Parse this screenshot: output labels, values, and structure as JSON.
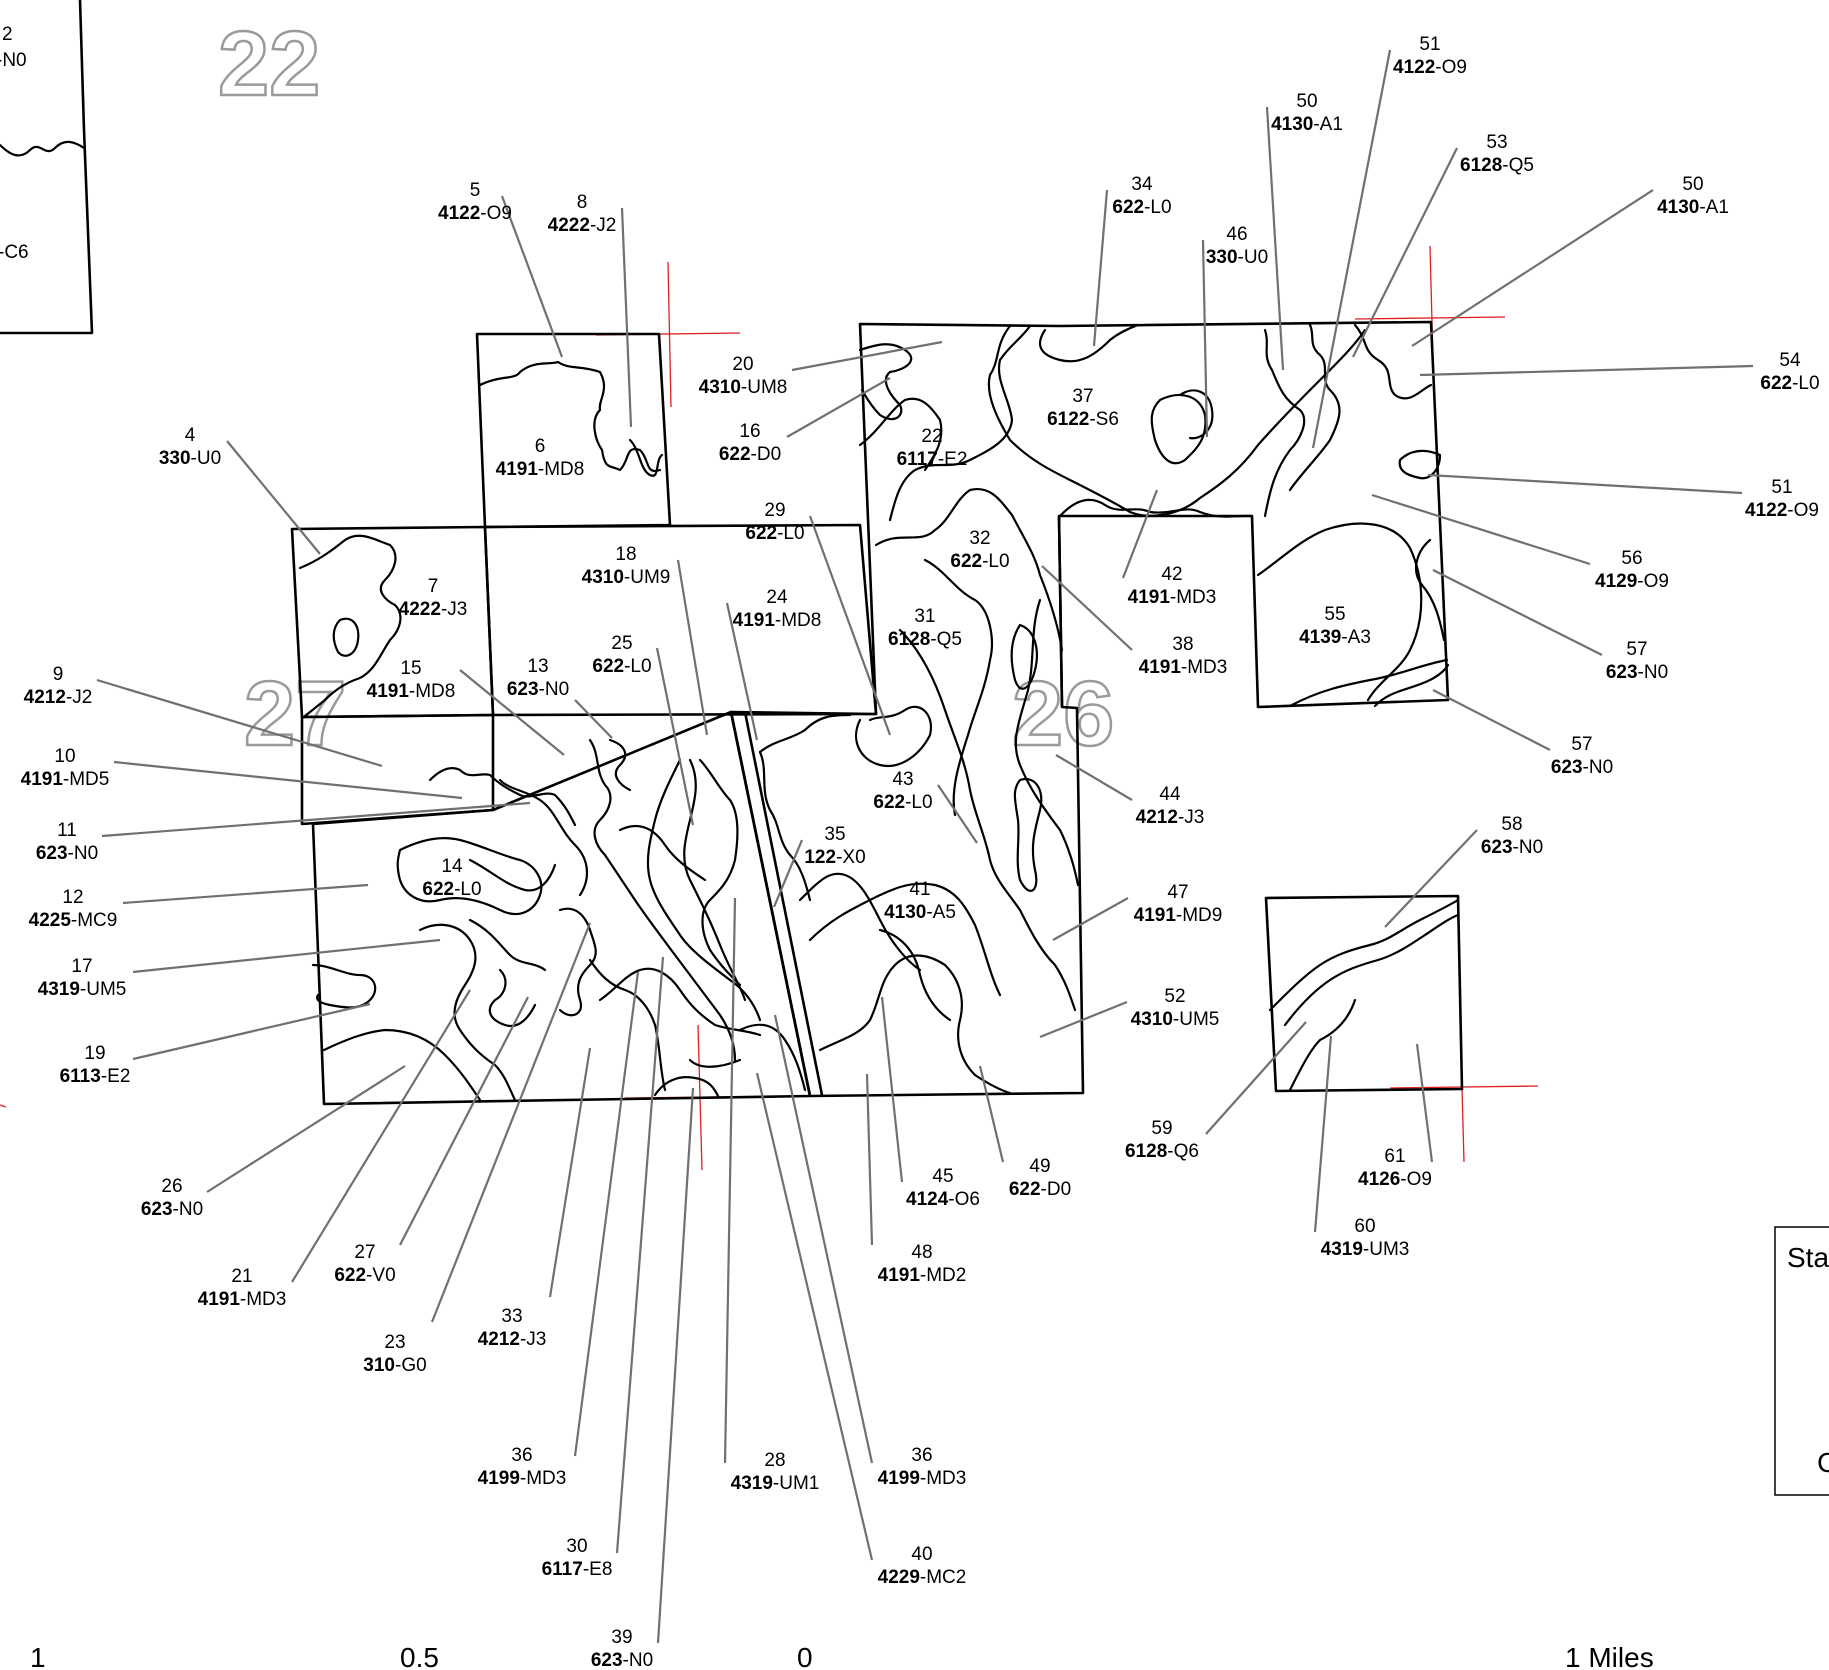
{
  "sections": [
    {
      "key": "s22",
      "number": "22"
    },
    {
      "key": "s27",
      "number": "27"
    },
    {
      "key": "s26",
      "number": "26"
    }
  ],
  "edge_labels": [
    {
      "key": "top-left-number",
      "text": "2"
    },
    {
      "key": "top-left-code",
      "text": "-N0"
    },
    {
      "key": "mid-left-code",
      "text": "-C6"
    }
  ],
  "labels": [
    {
      "id": "l5",
      "num": "5",
      "code": "4122",
      "suffix": "-O9"
    },
    {
      "id": "l8",
      "num": "8",
      "code": "4222",
      "suffix": "-J2"
    },
    {
      "id": "l4",
      "num": "4",
      "code": "330",
      "suffix": "-U0"
    },
    {
      "id": "l6",
      "num": "6",
      "code": "4191",
      "suffix": "-MD8"
    },
    {
      "id": "l20",
      "num": "20",
      "code": "4310",
      "suffix": "-UM8"
    },
    {
      "id": "l16",
      "num": "16",
      "code": "622",
      "suffix": "-D0"
    },
    {
      "id": "l22",
      "num": "22",
      "code": "6117",
      "suffix": "-E2"
    },
    {
      "id": "l34",
      "num": "34",
      "code": "622",
      "suffix": "-L0"
    },
    {
      "id": "l46",
      "num": "46",
      "code": "330",
      "suffix": "-U0"
    },
    {
      "id": "l37",
      "num": "37",
      "code": "6122",
      "suffix": "-S6"
    },
    {
      "id": "l50a",
      "num": "50",
      "code": "4130",
      "suffix": "-A1"
    },
    {
      "id": "l51a",
      "num": "51",
      "code": "4122",
      "suffix": "-O9"
    },
    {
      "id": "l53",
      "num": "53",
      "code": "6128",
      "suffix": "-Q5"
    },
    {
      "id": "l50b",
      "num": "50",
      "code": "4130",
      "suffix": "-A1"
    },
    {
      "id": "l54",
      "num": "54",
      "code": "622",
      "suffix": "-L0"
    },
    {
      "id": "l51b",
      "num": "51",
      "code": "4122",
      "suffix": "-O9"
    },
    {
      "id": "l56",
      "num": "56",
      "code": "4129",
      "suffix": "-O9"
    },
    {
      "id": "l57a",
      "num": "57",
      "code": "623",
      "suffix": "-N0"
    },
    {
      "id": "l57b",
      "num": "57",
      "code": "623",
      "suffix": "-N0"
    },
    {
      "id": "l55",
      "num": "55",
      "code": "4139",
      "suffix": "-A3"
    },
    {
      "id": "l29",
      "num": "29",
      "code": "622",
      "suffix": "-L0"
    },
    {
      "id": "l18",
      "num": "18",
      "code": "4310",
      "suffix": "-UM9"
    },
    {
      "id": "l24",
      "num": "24",
      "code": "4191",
      "suffix": "-MD8"
    },
    {
      "id": "l32",
      "num": "32",
      "code": "622",
      "suffix": "-L0"
    },
    {
      "id": "l31",
      "num": "31",
      "code": "6128",
      "suffix": "-Q5"
    },
    {
      "id": "l42",
      "num": "42",
      "code": "4191",
      "suffix": "-MD3"
    },
    {
      "id": "l38",
      "num": "38",
      "code": "4191",
      "suffix": "-MD3"
    },
    {
      "id": "l7",
      "num": "7",
      "code": "4222",
      "suffix": "-J3"
    },
    {
      "id": "l15",
      "num": "15",
      "code": "4191",
      "suffix": "-MD8"
    },
    {
      "id": "l13",
      "num": "13",
      "code": "623",
      "suffix": "-N0"
    },
    {
      "id": "l25",
      "num": "25",
      "code": "622",
      "suffix": "-L0"
    },
    {
      "id": "l9",
      "num": "9",
      "code": "4212",
      "suffix": "-J2"
    },
    {
      "id": "l10",
      "num": "10",
      "code": "4191",
      "suffix": "-MD5"
    },
    {
      "id": "l11",
      "num": "11",
      "code": "623",
      "suffix": "-N0"
    },
    {
      "id": "l12",
      "num": "12",
      "code": "4225",
      "suffix": "-MC9"
    },
    {
      "id": "l14",
      "num": "14",
      "code": "622",
      "suffix": "-L0"
    },
    {
      "id": "l17",
      "num": "17",
      "code": "4319",
      "suffix": "-UM5"
    },
    {
      "id": "l19",
      "num": "19",
      "code": "6113",
      "suffix": "-E2"
    },
    {
      "id": "l43",
      "num": "43",
      "code": "622",
      "suffix": "-L0"
    },
    {
      "id": "l44",
      "num": "44",
      "code": "4212",
      "suffix": "-J3"
    },
    {
      "id": "l35",
      "num": "35",
      "code": "122",
      "suffix": "-X0"
    },
    {
      "id": "l41",
      "num": "41",
      "code": "4130",
      "suffix": "-A5"
    },
    {
      "id": "l47",
      "num": "47",
      "code": "4191",
      "suffix": "-MD9"
    },
    {
      "id": "l58",
      "num": "58",
      "code": "623",
      "suffix": "-N0"
    },
    {
      "id": "l52",
      "num": "52",
      "code": "4310",
      "suffix": "-UM5"
    },
    {
      "id": "l59",
      "num": "59",
      "code": "6128",
      "suffix": "-Q6"
    },
    {
      "id": "l61",
      "num": "61",
      "code": "4126",
      "suffix": "-O9"
    },
    {
      "id": "l60",
      "num": "60",
      "code": "4319",
      "suffix": "-UM3"
    },
    {
      "id": "l45",
      "num": "45",
      "code": "4124",
      "suffix": "-O6"
    },
    {
      "id": "l49",
      "num": "49",
      "code": "622",
      "suffix": "-D0"
    },
    {
      "id": "l48",
      "num": "48",
      "code": "4191",
      "suffix": "-MD2"
    },
    {
      "id": "l26",
      "num": "26",
      "code": "623",
      "suffix": "-N0"
    },
    {
      "id": "l21",
      "num": "21",
      "code": "4191",
      "suffix": "-MD3"
    },
    {
      "id": "l27",
      "num": "27",
      "code": "622",
      "suffix": "-V0"
    },
    {
      "id": "l23",
      "num": "23",
      "code": "310",
      "suffix": "-G0"
    },
    {
      "id": "l33",
      "num": "33",
      "code": "4212",
      "suffix": "-J3"
    },
    {
      "id": "l36a",
      "num": "36",
      "code": "4199",
      "suffix": "-MD3"
    },
    {
      "id": "l28",
      "num": "28",
      "code": "4319",
      "suffix": "-UM1"
    },
    {
      "id": "l36b",
      "num": "36",
      "code": "4199",
      "suffix": "-MD3"
    },
    {
      "id": "l30",
      "num": "30",
      "code": "6117",
      "suffix": "-E8"
    },
    {
      "id": "l40",
      "num": "40",
      "code": "4229",
      "suffix": "-MC2"
    },
    {
      "id": "l39",
      "num": "39",
      "code": "623",
      "suffix": "-N0"
    }
  ],
  "scale_bar": {
    "ticks": [
      "1",
      "0.5",
      "0",
      "1 Miles"
    ]
  },
  "legend_box": {
    "line1": "Sta",
    "line2": "C"
  }
}
